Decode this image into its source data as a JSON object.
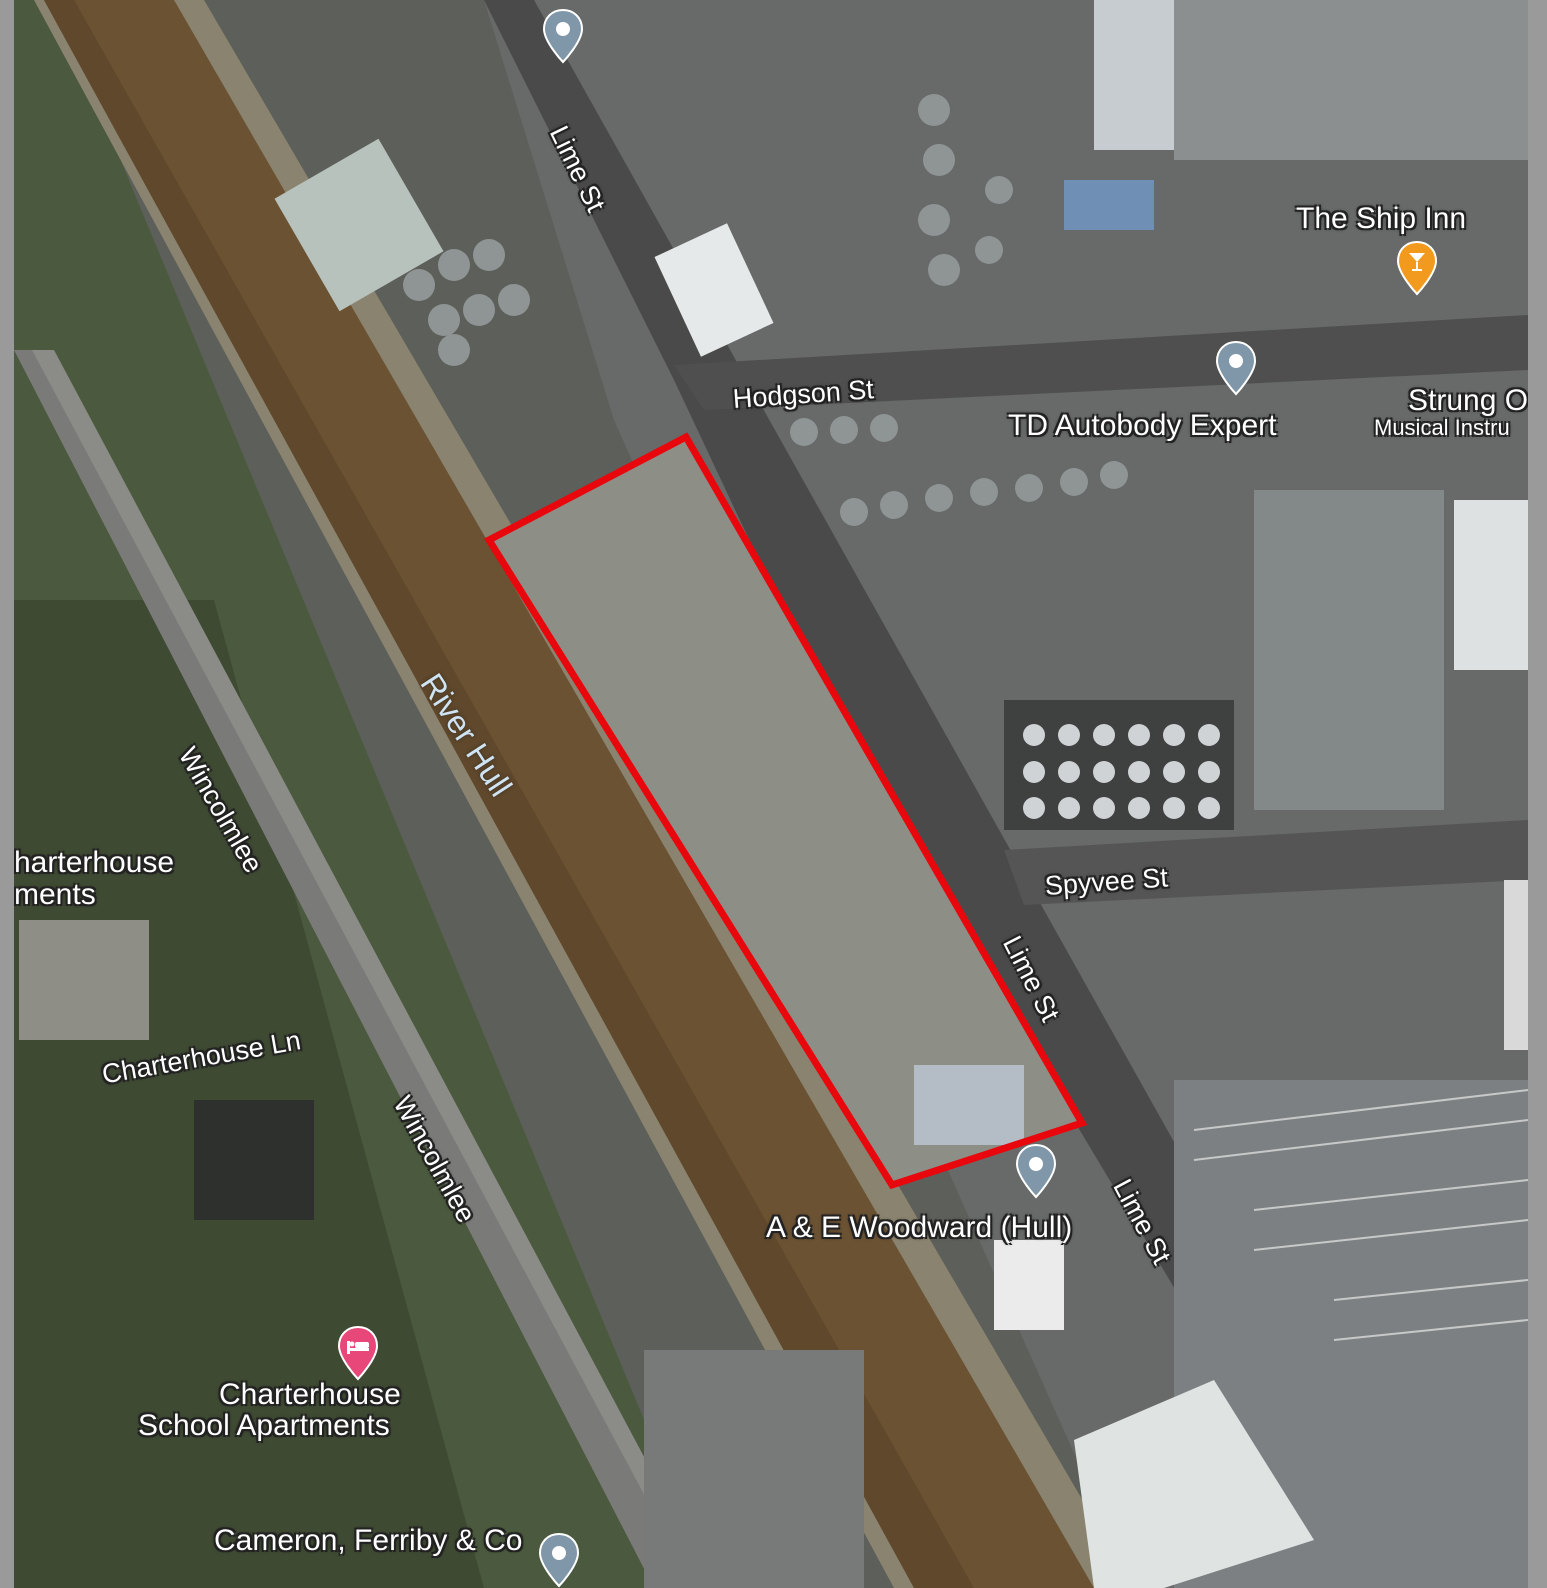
{
  "labels": {
    "river": "River Hull",
    "lime_st_1": "Lime St",
    "lime_st_2": "Lime St",
    "lime_st_3": "Lime St",
    "hodgson_st": "Hodgson St",
    "spyvee_st": "Spyvee St",
    "wincolmlee_1": "Wincolmlee",
    "wincolmlee_2": "Wincolmlee",
    "charterhouse_ln": "Charterhouse Ln",
    "charterhouse_apts_line1": "harterhouse",
    "charterhouse_apts_line2": "ments",
    "ship_inn": "The Ship Inn",
    "td_autobody": "TD Autobody Expert",
    "strung_line1": "Strung O",
    "strung_line2": "Musical Instru",
    "woodward": "A & E Woodward (Hull)",
    "school_apts_line1": "Charterhouse",
    "school_apts_line2": "School Apartments",
    "cameron": "Cameron, Ferriby & Co"
  },
  "icons": {
    "place_pin": "map-pin-icon",
    "bar_pin": "cocktail-bar-icon",
    "hotel_pin": "hotel-bed-icon"
  },
  "colors": {
    "site_outline": "#e8070d",
    "river": "#6b5233",
    "bar_marker": "#f29a1e",
    "hotel_marker": "#e8477a",
    "pin_grey": "#7f97a8"
  }
}
